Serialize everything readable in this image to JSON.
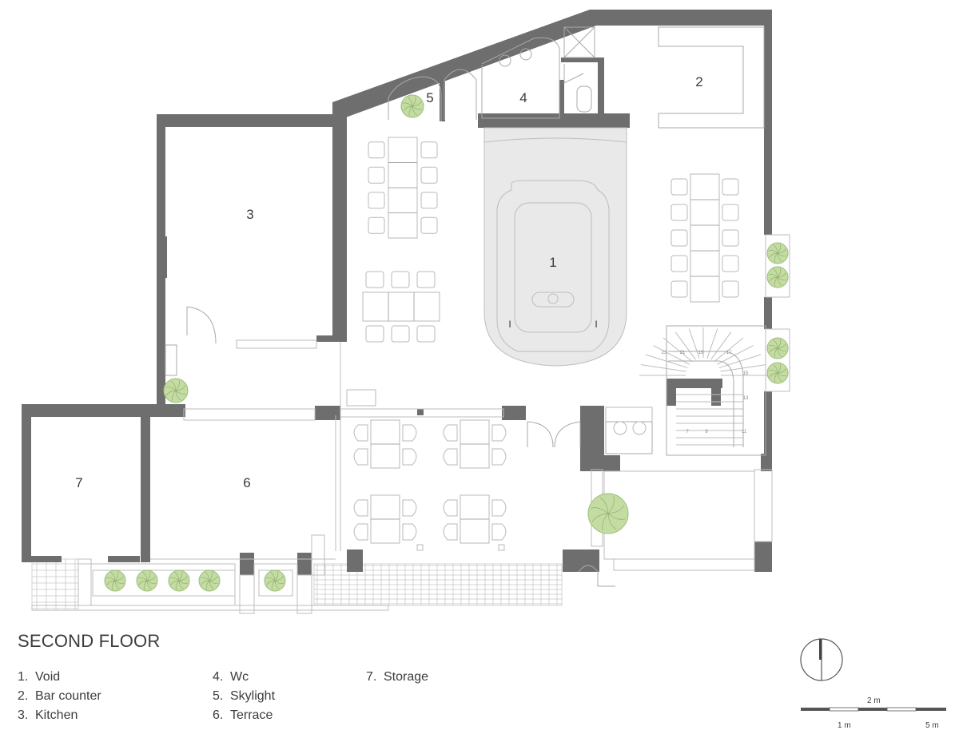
{
  "rooms": [
    {
      "num": "1"
    },
    {
      "num": "2"
    },
    {
      "num": "3"
    },
    {
      "num": "4"
    },
    {
      "num": "5"
    },
    {
      "num": "6"
    },
    {
      "num": "7"
    }
  ],
  "title": "SECOND FLOOR",
  "legend_col1": [
    {
      "num": "1.",
      "label": "Void"
    },
    {
      "num": "2.",
      "label": "Bar counter"
    },
    {
      "num": "3.",
      "label": "Kitchen"
    }
  ],
  "legend_col2": [
    {
      "num": "4.",
      "label": "Wc"
    },
    {
      "num": "5.",
      "label": "Skylight"
    },
    {
      "num": "6.",
      "label": "Terrace"
    }
  ],
  "legend_col3": [
    {
      "num": "7.",
      "label": "Storage"
    }
  ],
  "scale": {
    "top": "2 m",
    "left": "1 m",
    "right": "5 m"
  },
  "stair_numbers": [
    "23",
    "21",
    "19",
    "17",
    "15",
    "13",
    "11",
    "9",
    "7"
  ],
  "colors": {
    "wall": "#6e6e6e",
    "void": "#e9e9e9",
    "tree": "#c4dca2"
  }
}
